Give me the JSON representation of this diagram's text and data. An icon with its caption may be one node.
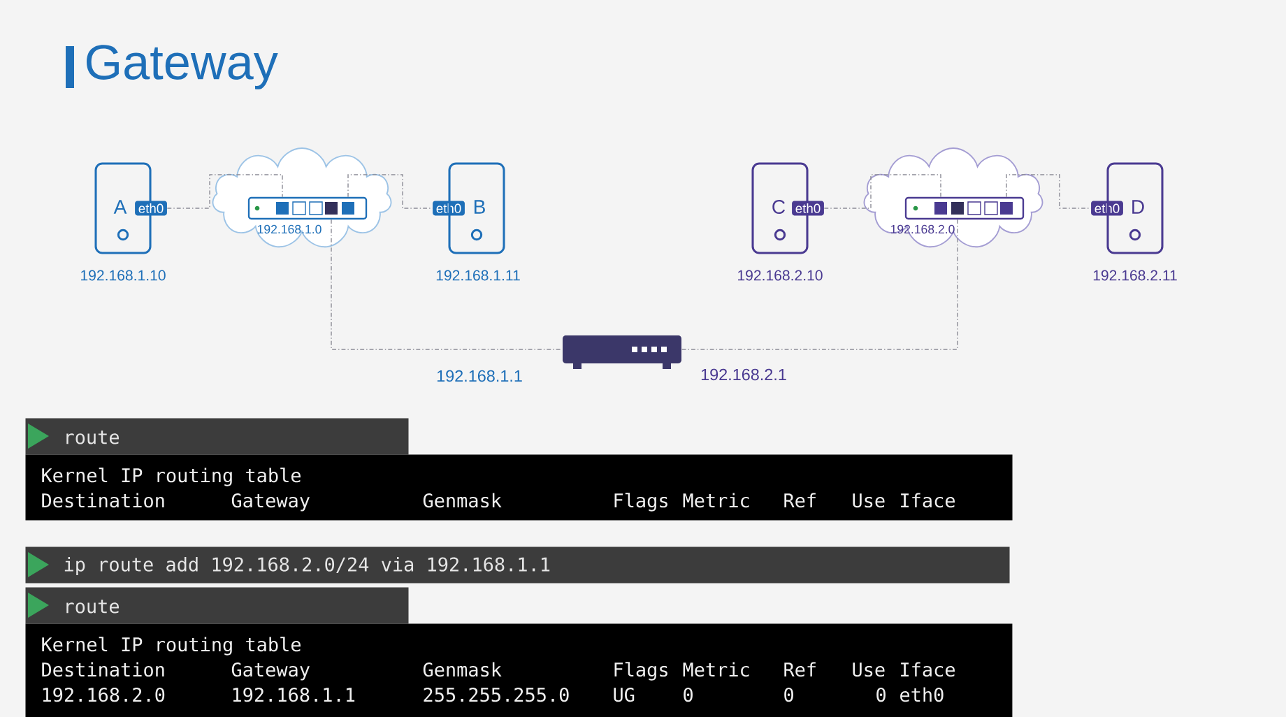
{
  "diagram": {
    "title": "Gateway",
    "nodes": [
      {
        "text": [
          "A"
        ],
        "beside": [
          "192.168.1.10"
        ]
      },
      {
        "text": [
          "eth0"
        ]
      },
      {
        "text": [
          "192.168.1.0"
        ]
      },
      {
        "text": [],
        "shape": "box",
        "in": 2
      },
      {
        "text": [
          "eth0"
        ]
      },
      {
        "text": [
          "B"
        ],
        "beside": [
          "192.168.1.11"
        ]
      },
      {
        "text": [
          "C"
        ],
        "beside": [
          "192.168.2.10"
        ]
      },
      {
        "text": [
          "eth0"
        ]
      },
      {
        "text": [
          "192.168.2.0"
        ]
      },
      {
        "text": [],
        "shape": "box",
        "in": 8
      },
      {
        "text": [
          "eth0"
        ]
      },
      {
        "text": [
          "D"
        ],
        "beside": [
          "192.168.2.11"
        ]
      },
      {
        "text": [],
        "shape": "box"
      },
      {
        "text": [
          "route"
        ]
      },
      {
        "text": [
          "Kernel IP routing table",
          "Destination",
          "Gateway",
          "Genmask",
          "Flags",
          "Metric",
          "Ref",
          "Use",
          "Iface"
        ]
      },
      {
        "text": [
          "ip route add 192.168.2.0/24 via 192.168.1.1"
        ]
      },
      {
        "text": [
          "route"
        ]
      },
      {
        "text": [
          "Kernel IP routing table",
          "Destination",
          "Gateway",
          "Genmask",
          "Flags",
          "Metric",
          "Ref",
          "Use",
          "Iface",
          "192.168.2.0",
          "192.168.1.1",
          "255.255.255.0",
          "UG",
          "0",
          "0",
          "0",
          "eth0"
        ]
      }
    ],
    "edges": [
      {
        "from": 1,
        "to": 3,
        "arrow": "none",
        "style": "dashed"
      },
      {
        "from": 3,
        "to": 4,
        "arrow": "none",
        "style": "dashed"
      },
      {
        "from": 7,
        "to": 9,
        "arrow": "none",
        "style": "dashed"
      },
      {
        "from": 9,
        "to": 10,
        "arrow": "none",
        "style": "dashed"
      },
      {
        "from": 3,
        "to": 12,
        "arrow": "none",
        "style": "dashed",
        "label": "192.168.1.1"
      },
      {
        "from": 9,
        "to": 12,
        "arrow": "none",
        "style": "dashed",
        "label": "192.168.2.1"
      }
    ]
  }
}
